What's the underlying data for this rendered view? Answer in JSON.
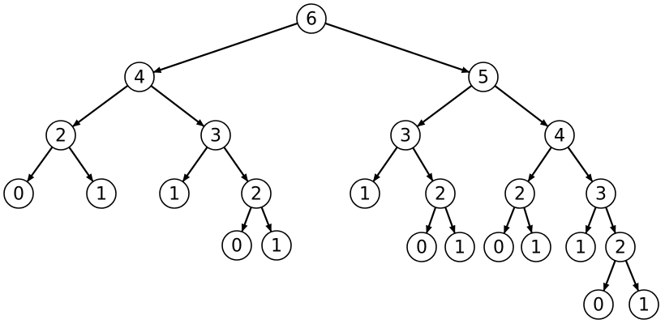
{
  "tree": {
    "nodes": [
      {
        "id": "n1",
        "value": "6",
        "parent": null
      },
      {
        "id": "n2",
        "value": "4",
        "parent": "n1"
      },
      {
        "id": "n3",
        "value": "5",
        "parent": "n1"
      },
      {
        "id": "n4",
        "value": "2",
        "parent": "n2"
      },
      {
        "id": "n5",
        "value": "3",
        "parent": "n2"
      },
      {
        "id": "n6",
        "value": "3",
        "parent": "n3"
      },
      {
        "id": "n7",
        "value": "4",
        "parent": "n3"
      },
      {
        "id": "n8",
        "value": "0",
        "parent": "n4"
      },
      {
        "id": "n9",
        "value": "1",
        "parent": "n4"
      },
      {
        "id": "n10",
        "value": "1",
        "parent": "n5"
      },
      {
        "id": "n11",
        "value": "2",
        "parent": "n5"
      },
      {
        "id": "n12",
        "value": "1",
        "parent": "n6"
      },
      {
        "id": "n13",
        "value": "2",
        "parent": "n6"
      },
      {
        "id": "n14",
        "value": "2",
        "parent": "n7"
      },
      {
        "id": "n15",
        "value": "3",
        "parent": "n7"
      },
      {
        "id": "n16",
        "value": "0",
        "parent": "n11"
      },
      {
        "id": "n17",
        "value": "1",
        "parent": "n11"
      },
      {
        "id": "n18",
        "value": "0",
        "parent": "n13"
      },
      {
        "id": "n19",
        "value": "1",
        "parent": "n13"
      },
      {
        "id": "n20",
        "value": "0",
        "parent": "n14"
      },
      {
        "id": "n21",
        "value": "1",
        "parent": "n14"
      },
      {
        "id": "n22",
        "value": "1",
        "parent": "n15"
      },
      {
        "id": "n23",
        "value": "2",
        "parent": "n15"
      },
      {
        "id": "n24",
        "value": "0",
        "parent": "n23"
      },
      {
        "id": "n25",
        "value": "1",
        "parent": "n23"
      }
    ]
  }
}
